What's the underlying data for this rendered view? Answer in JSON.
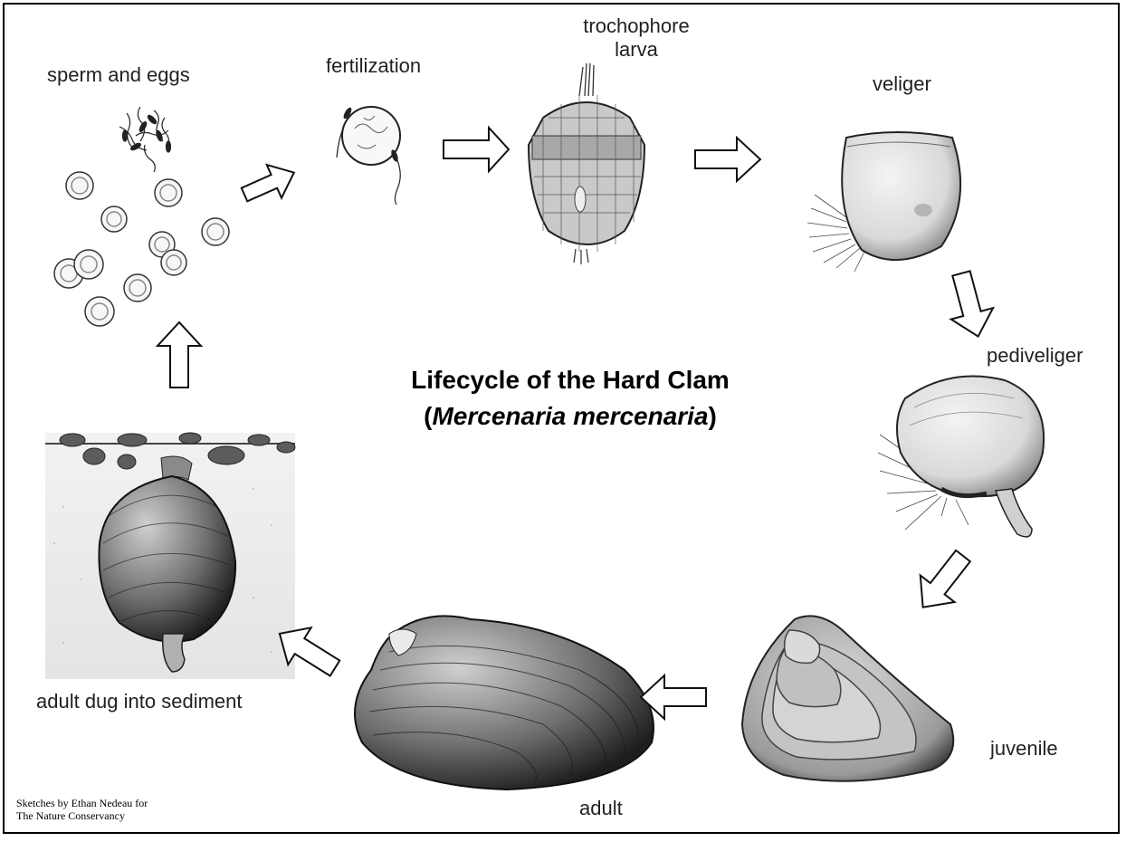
{
  "title": {
    "line1": "Lifecycle of the Hard Clam",
    "open_paren": "(",
    "species": "Mercenaria mercenaria",
    "close_paren": ")"
  },
  "stages": {
    "sperm_eggs": "sperm and eggs",
    "fertilization": "fertilization",
    "trochophore_line1": "trochophore",
    "trochophore_line2": "larva",
    "veliger": "veliger",
    "pediveliger": "pediveliger",
    "juvenile": "juvenile",
    "adult": "adult",
    "adult_dug": "adult dug into sediment"
  },
  "credit": {
    "line1": "Sketches by Ethan Nedeau for",
    "line2": "The Nature Conservancy"
  },
  "colors": {
    "ink": "#1a1a1a",
    "shell_light": "#e4e4e4",
    "shell_mid": "#b8b8b8",
    "shell_dark": "#4a4a4a",
    "background": "#ffffff"
  }
}
